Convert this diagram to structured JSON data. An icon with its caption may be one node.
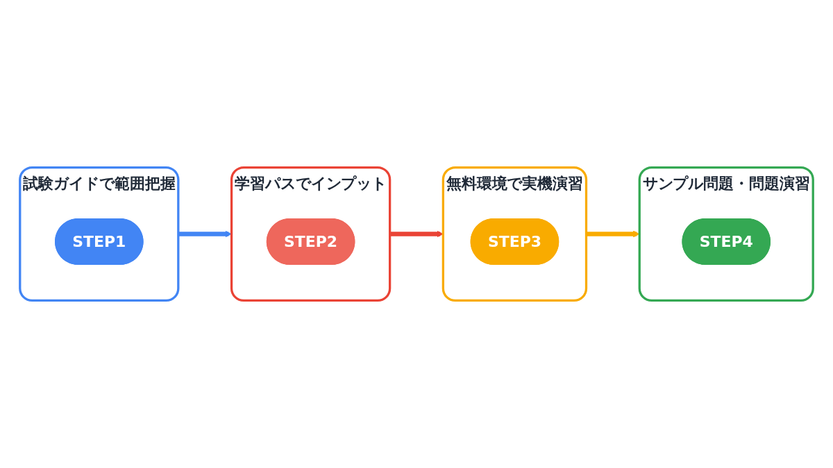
{
  "diagram": {
    "nodes": [
      {
        "text": [
          "試験ガイドで範囲把握"
        ]
      },
      {
        "text": [
          "STEP1"
        ],
        "in": 0
      },
      {
        "text": [
          "学習パスでインプット"
        ]
      },
      {
        "text": [
          "STEP2"
        ],
        "in": 2
      },
      {
        "text": [
          "無料環境で実機演習"
        ]
      },
      {
        "text": [
          "STEP3"
        ],
        "in": 4
      },
      {
        "text": [
          "サンプル問題・問題演習"
        ]
      },
      {
        "text": [
          "STEP4"
        ],
        "in": 6
      }
    ],
    "edges": [
      {
        "from": 0,
        "to": 2,
        "arrow": "to",
        "color": "#4285f4"
      },
      {
        "from": 2,
        "to": 4,
        "arrow": "to",
        "color": "#ea4335"
      },
      {
        "from": 4,
        "to": 6,
        "arrow": "to",
        "color": "#f9ab00"
      }
    ]
  }
}
